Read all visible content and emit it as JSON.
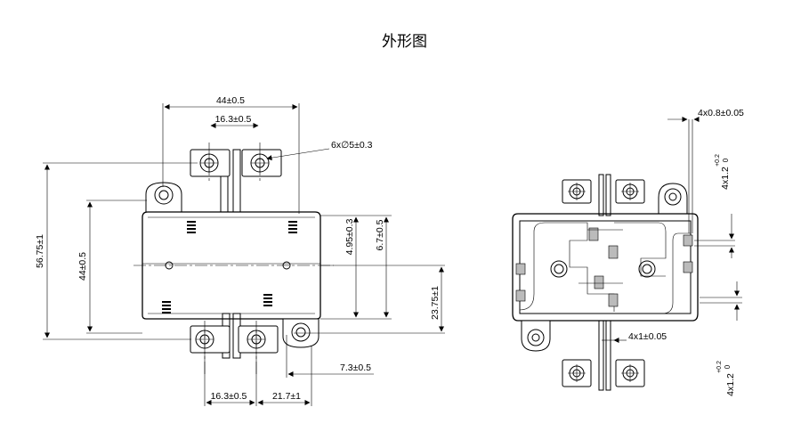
{
  "title": "外形图",
  "front_view": {
    "dims": {
      "overall_width": "44±0.5",
      "terminal_pitch_top": "16.3±0.5",
      "hole_spec": "6x∅5±0.3",
      "overall_height": "56.75±1",
      "body_height": "44±0.5",
      "offset_a": "4.95±0.3",
      "offset_b": "6.7±0.5",
      "mount_height": "23.75±1",
      "mount_offset": "7.3±0.5",
      "terminal_pitch_bottom": "16.3±0.5",
      "terminal_offset": "21.7±1"
    }
  },
  "side_view": {
    "dims": {
      "pin_thickness": "4x0.8±0.05",
      "pin_width_top": "4x1.2",
      "tol_top_upper": "+0.2",
      "tol_top_lower": "0",
      "pin_width_mid": "4x1±0.05",
      "pin_width_bottom": "4x1.2",
      "tol_bottom_upper": "+0.2",
      "tol_bottom_lower": "0"
    }
  }
}
